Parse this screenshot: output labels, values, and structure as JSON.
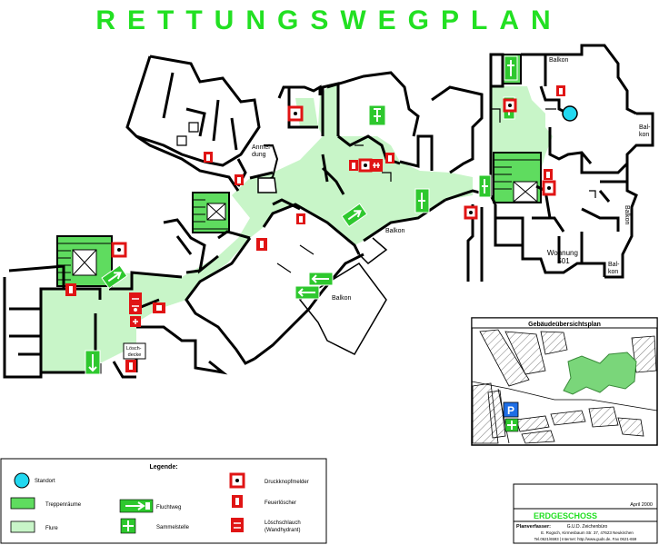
{
  "title": "RETTUNGSWEGPLAN",
  "labels": {
    "anmeldung": "Anmel-\ndung",
    "balkon_right_top": "Balkon",
    "balkon_right_side": "Bal-\nkon",
    "balkon_center": "Balkon",
    "balkon_mid": "Balkon",
    "balkon_right_mid": "Balkon",
    "balkon_right_low": "Bal-\nkon",
    "wohnung": "Wohnung\n501",
    "loeschdecke": "Lösch-\ndecke"
  },
  "overview": {
    "title": "Gebäudeübersichtsplan",
    "parking": "P"
  },
  "legend": {
    "title": "Legende:",
    "items": [
      {
        "label": "Standort",
        "symbol": "standort"
      },
      {
        "label": "Treppenräume",
        "symbol": "treppenraum"
      },
      {
        "label": "Flure",
        "symbol": "flur"
      },
      {
        "label": "Fluchtweg",
        "symbol": "fluchtweg"
      },
      {
        "label": "Sammelstelle",
        "symbol": "sammelstelle"
      },
      {
        "label": "Druckknopfmelder",
        "symbol": "druckknopf"
      },
      {
        "label": "Feuerlöscher",
        "symbol": "feuerloescher"
      },
      {
        "label": "Löschschlauch (Wandhydrant)",
        "symbol": "loeschschlauch"
      }
    ]
  },
  "titleblock": {
    "date": "April 2000",
    "floor": "ERDGESCHOSS",
    "planverfasser_label": "Planverfasser:",
    "company": "G.U.D. Zeichenbüro",
    "address": "E. Rogsch, Kirmesbaum Str. 37, 47623 Neukirchen",
    "contact": "Tel.0621/6593 | Internet: http://www.guds.de, Fax 0621-659"
  },
  "colors": {
    "title_green": "#22e022",
    "corridor": "#c8f5c8",
    "stair": "#5fdc5f",
    "sign_green": "#2ec82e",
    "sign_red": "#e01414",
    "standort": "#22d8f0",
    "parking_blue": "#1e6ee6"
  }
}
